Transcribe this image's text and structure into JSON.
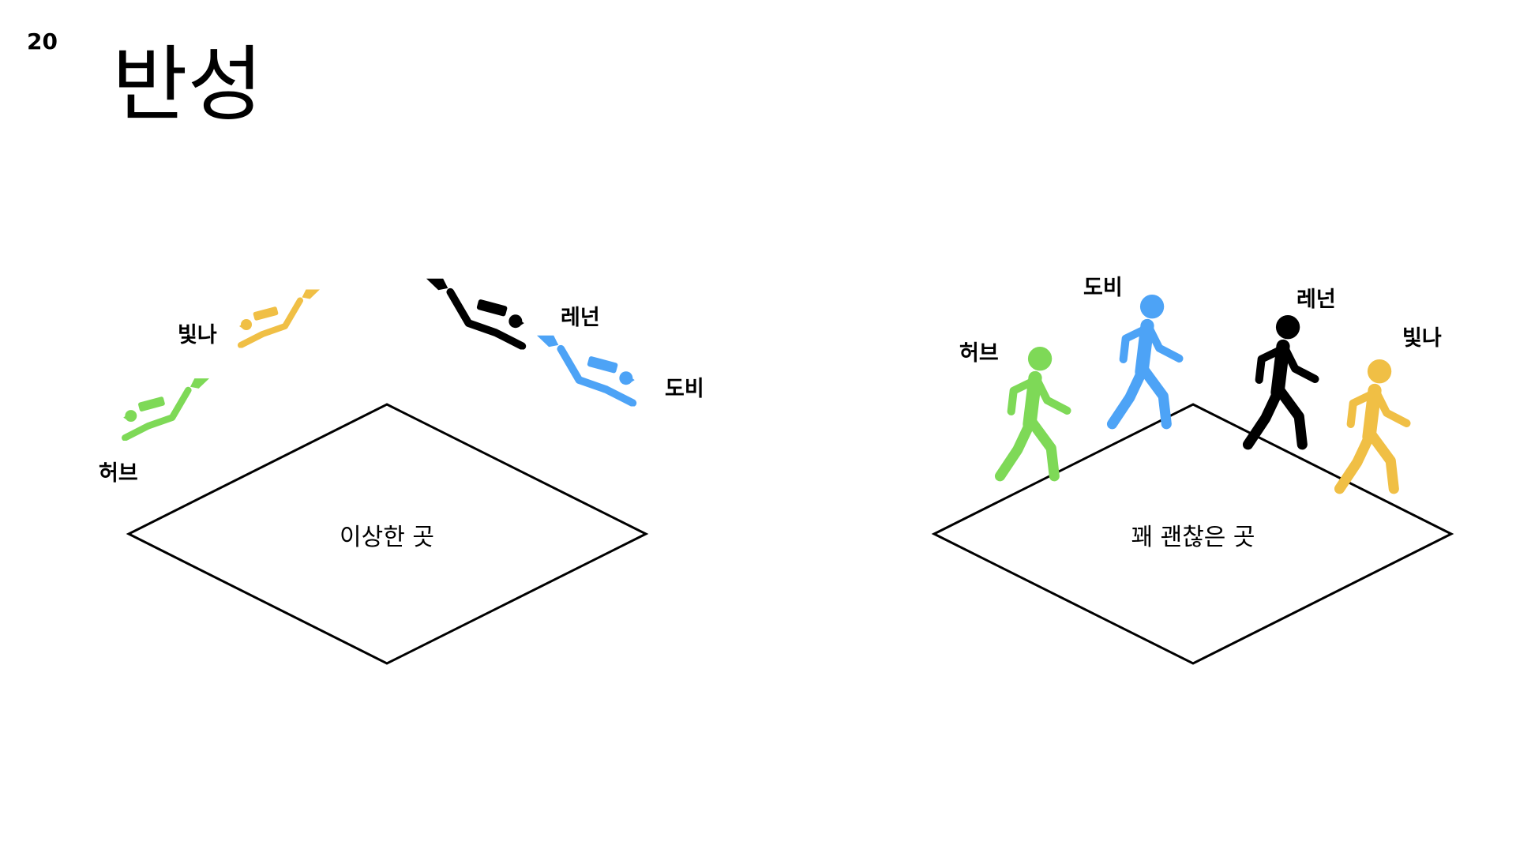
{
  "page_number": "20",
  "title": "반성",
  "colors": {
    "green": "#7ed957",
    "yellow": "#f0bf45",
    "black": "#000000",
    "blue": "#4da3f6"
  },
  "left_scene": {
    "place_label": "이상한 곳",
    "icon": "scuba-diver-icon",
    "divers": [
      {
        "name": "빛나",
        "color": "yellow"
      },
      {
        "name": "레넌",
        "color": "black"
      },
      {
        "name": "허브",
        "color": "green"
      },
      {
        "name": "도비",
        "color": "blue"
      }
    ]
  },
  "right_scene": {
    "place_label": "꽤 괜찮은 곳",
    "icon": "walking-person-icon",
    "walkers": [
      {
        "name": "허브",
        "color": "green"
      },
      {
        "name": "도비",
        "color": "blue"
      },
      {
        "name": "레넌",
        "color": "black"
      },
      {
        "name": "빛나",
        "color": "yellow"
      }
    ]
  }
}
